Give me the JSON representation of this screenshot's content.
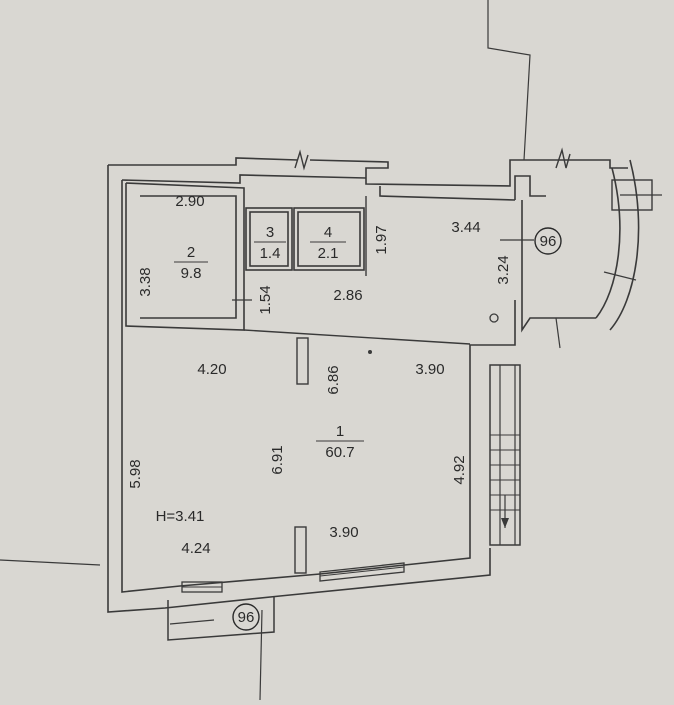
{
  "plan": {
    "rooms": [
      {
        "id": "1",
        "area": "60.7"
      },
      {
        "id": "2",
        "area": "9.8"
      },
      {
        "id": "3",
        "area": "1.4"
      },
      {
        "id": "4",
        "area": "2.1"
      }
    ],
    "dimensions": {
      "room2_top": "2.90",
      "room2_left": "3.38",
      "room4_right": "1.97",
      "top_right": "3.44",
      "right_upper": "3.24",
      "door_height": "1.54",
      "mid_width": "2.86",
      "main_upper_left": "4.20",
      "main_center_vert": "6.86",
      "main_upper_right": "3.90",
      "main_left": "5.98",
      "main_center_lower": "6.91",
      "main_right": "4.92",
      "main_lower_left": "4.24",
      "main_lower_right": "3.90"
    },
    "ceiling_height": "H=3.41",
    "marker_right": "96",
    "marker_bottom": "96",
    "colors": {
      "paper": "#d9d7d2",
      "ink": "#2a2a2a"
    }
  }
}
